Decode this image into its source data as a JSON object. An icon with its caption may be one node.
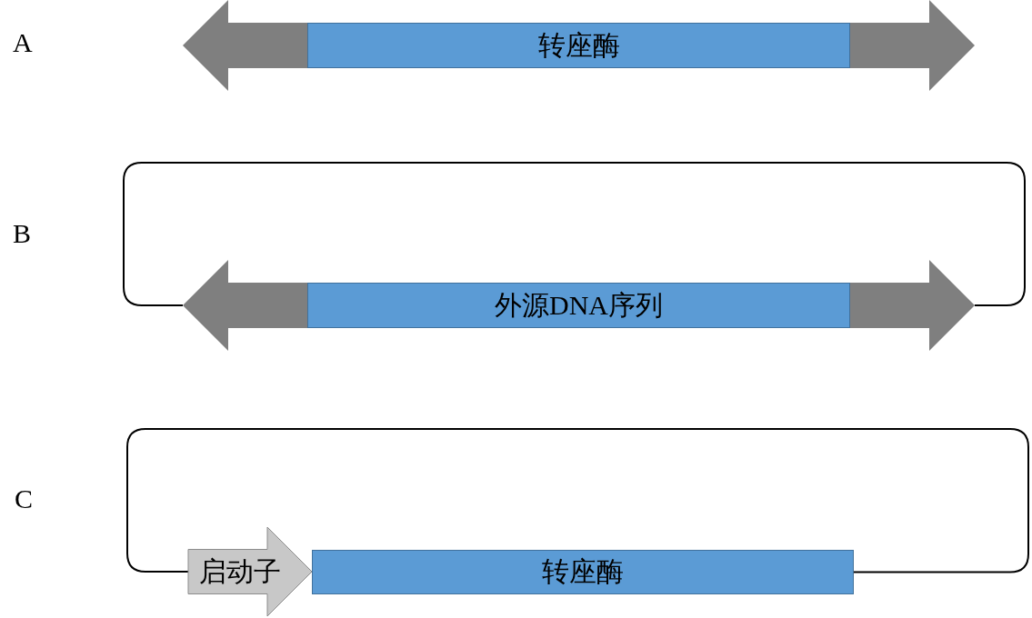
{
  "diagram": {
    "nodes": [
      {
        "text": [],
        "shape": "arrow"
      },
      {
        "text": [
          "转座酶"
        ]
      },
      {
        "text": [],
        "shape": "arrow"
      },
      {
        "text": [],
        "shape": "arrow"
      },
      {
        "text": [
          "外源DNA序列"
        ]
      },
      {
        "text": [],
        "shape": "arrow"
      },
      {
        "text": [
          "启动子"
        ]
      },
      {
        "text": [
          "转座酶"
        ]
      }
    ],
    "edges": [
      {
        "from": 3,
        "to": 5,
        "arrow": "none"
      },
      {
        "from": 6,
        "to": 7,
        "arrow": "none"
      }
    ],
    "labels": [
      "A",
      "B",
      "C"
    ]
  }
}
